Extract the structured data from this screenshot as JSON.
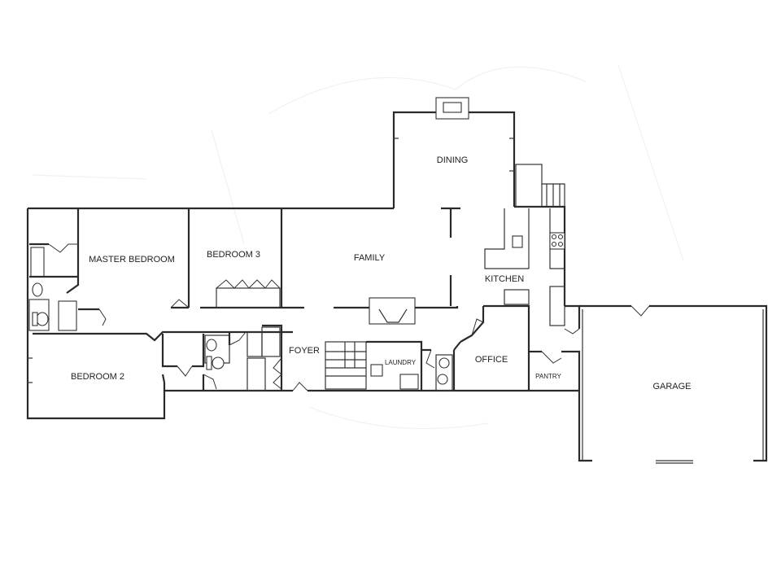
{
  "rooms": {
    "dining": "DINING",
    "master_bedroom": "MASTER BEDROOM",
    "bedroom_3": "BEDROOM 3",
    "family": "FAMILY",
    "kitchen": "KITCHEN",
    "foyer": "FOYER",
    "laundry": "LAUNDRY",
    "office": "OFFICE",
    "pantry": "PANTRY",
    "bedroom_2": "BEDROOM 2",
    "garage": "GARAGE"
  },
  "colors": {
    "line": "#2a2a2a",
    "paper": "#ffffff"
  }
}
